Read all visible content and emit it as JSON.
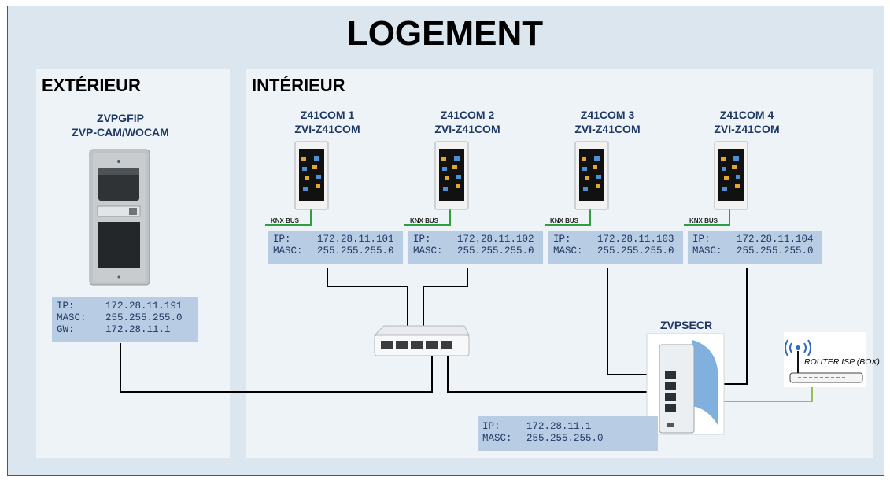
{
  "title": "LOGEMENT",
  "exterior": {
    "title": "EXTÉRIEUR",
    "device": {
      "line1": "ZVPGFIP",
      "line2": "ZVP-CAM/WOCAM"
    },
    "network": {
      "ip_key": "IP:",
      "ip": "172.28.11.191",
      "mask_key": "MASC:",
      "mask": "255.255.255.0",
      "gw_key": "GW:",
      "gw": "172.28.11.1"
    }
  },
  "interior": {
    "title": "INTÉRIEUR",
    "panels": [
      {
        "line1": "Z41COM 1",
        "line2": "ZVI-Z41COM",
        "bus": "KNX BUS",
        "ip_key": "IP:",
        "ip": "172.28.11.101",
        "mask_key": "MASC:",
        "mask": "255.255.255.0"
      },
      {
        "line1": "Z41COM 2",
        "line2": "ZVI-Z41COM",
        "bus": "KNX BUS",
        "ip_key": "IP:",
        "ip": "172.28.11.102",
        "mask_key": "MASC:",
        "mask": "255.255.255.0"
      },
      {
        "line1": "Z41COM 3",
        "line2": "ZVI-Z41COM",
        "bus": "KNX BUS",
        "ip_key": "IP:",
        "ip": "172.28.11.103",
        "mask_key": "MASC:",
        "mask": "255.255.255.0"
      },
      {
        "line1": "Z41COM 4",
        "line2": "ZVI-Z41COM",
        "bus": "KNX BUS",
        "ip_key": "IP:",
        "ip": "172.28.11.104",
        "mask_key": "MASC:",
        "mask": "255.255.255.0"
      }
    ],
    "switch_poe": {
      "label": "ZVPSECR",
      "ip_key": "IP:",
      "ip": "172.28.11.1",
      "mask_key": "MASC:",
      "mask": "255.255.255.0"
    },
    "router": {
      "label": "ROUTER ISP (BOX)"
    }
  },
  "colors": {
    "knx_bus": "#2e9e3e",
    "network_line": "#000000",
    "wan_line": "#92c050",
    "label_blue": "#1f3864",
    "ip_box": "#b8cce4"
  }
}
